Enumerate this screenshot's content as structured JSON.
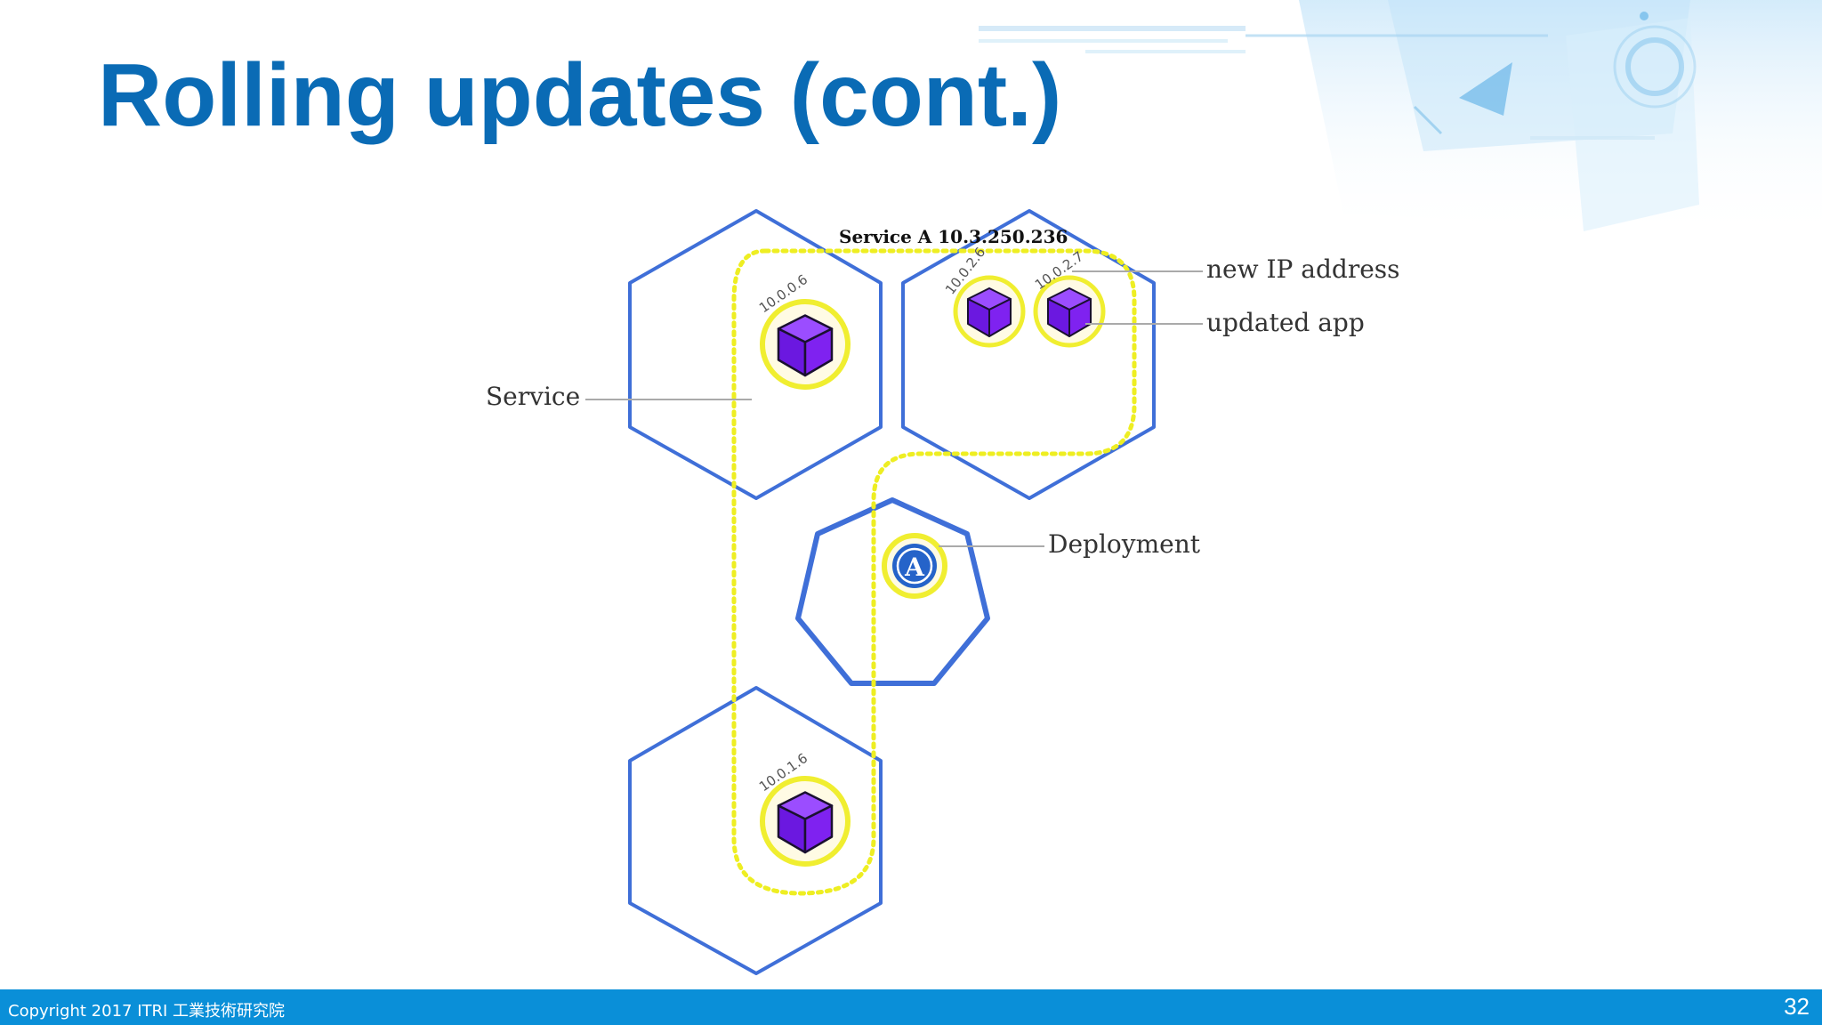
{
  "slide": {
    "title": "Rolling updates (cont.)",
    "page_number": "32"
  },
  "footer": {
    "copyright": "Copyright 2017  ITRI 工業技術研究院"
  },
  "diagram": {
    "service_title": "Service A 10.3.250.236",
    "labels": {
      "service": "Service",
      "new_ip": "new IP address",
      "updated_app": "updated app",
      "deployment": "Deployment"
    },
    "pods": [
      {
        "ip": "10.0.0.6"
      },
      {
        "ip": "10.0.2.6"
      },
      {
        "ip": "10.0.2.7"
      },
      {
        "ip": "10.0.1.6"
      }
    ],
    "deployment_badge": "A",
    "colors": {
      "node_outline": "#3f6fd8",
      "service_dotted": "#eeee22",
      "pod_ring": "#f0ee30",
      "pod_cube": "#7b22ee",
      "deployment_badge": "#2563c9"
    }
  }
}
